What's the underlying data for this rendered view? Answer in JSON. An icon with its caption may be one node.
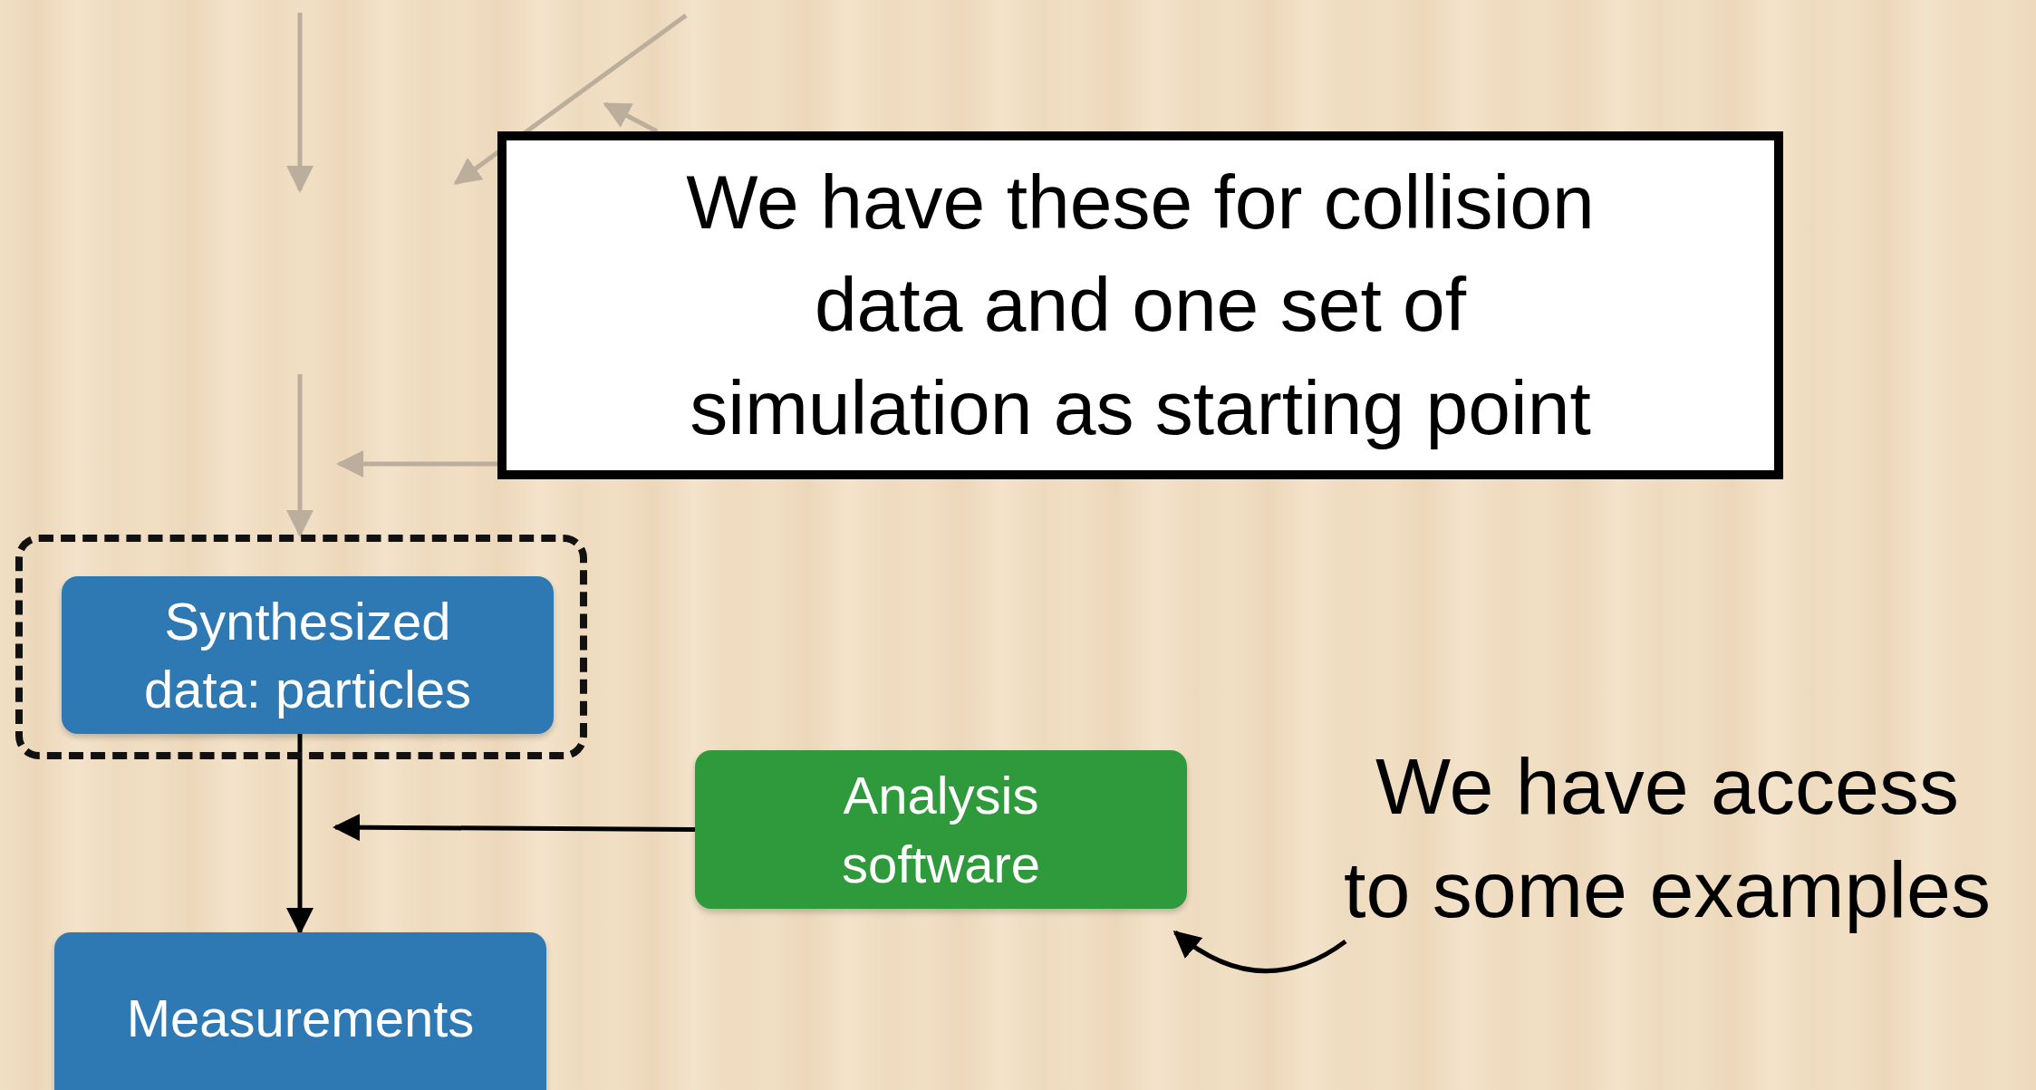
{
  "diagram": {
    "nodes": [
      {
        "text": [
          "We have these for collision data and one set of simulation as starting point"
        ]
      },
      {
        "text": [],
        "shape": "box"
      },
      {
        "text": [
          "Synthesized data: particles"
        ],
        "in": 1
      },
      {
        "text": [
          "Measurements"
        ]
      },
      {
        "text": [
          "Analysis software"
        ]
      },
      {
        "text": [
          "We have access to some examples"
        ]
      }
    ],
    "edges": [
      {
        "from": null,
        "to": 1,
        "arrow": "to"
      },
      {
        "from": 2,
        "to": 3,
        "arrow": "to",
        "color": "#000000"
      },
      {
        "from": 4,
        "to": null,
        "arrow": "to",
        "color": "#000000"
      },
      {
        "from": 5,
        "to": 4,
        "arrow": "to",
        "color": "#000000"
      },
      {
        "from": null,
        "to": 0,
        "arrow": "to"
      },
      {
        "from": 0,
        "to": null,
        "arrow": "to"
      },
      {
        "from": null,
        "to": 0,
        "arrow": "to"
      }
    ]
  }
}
